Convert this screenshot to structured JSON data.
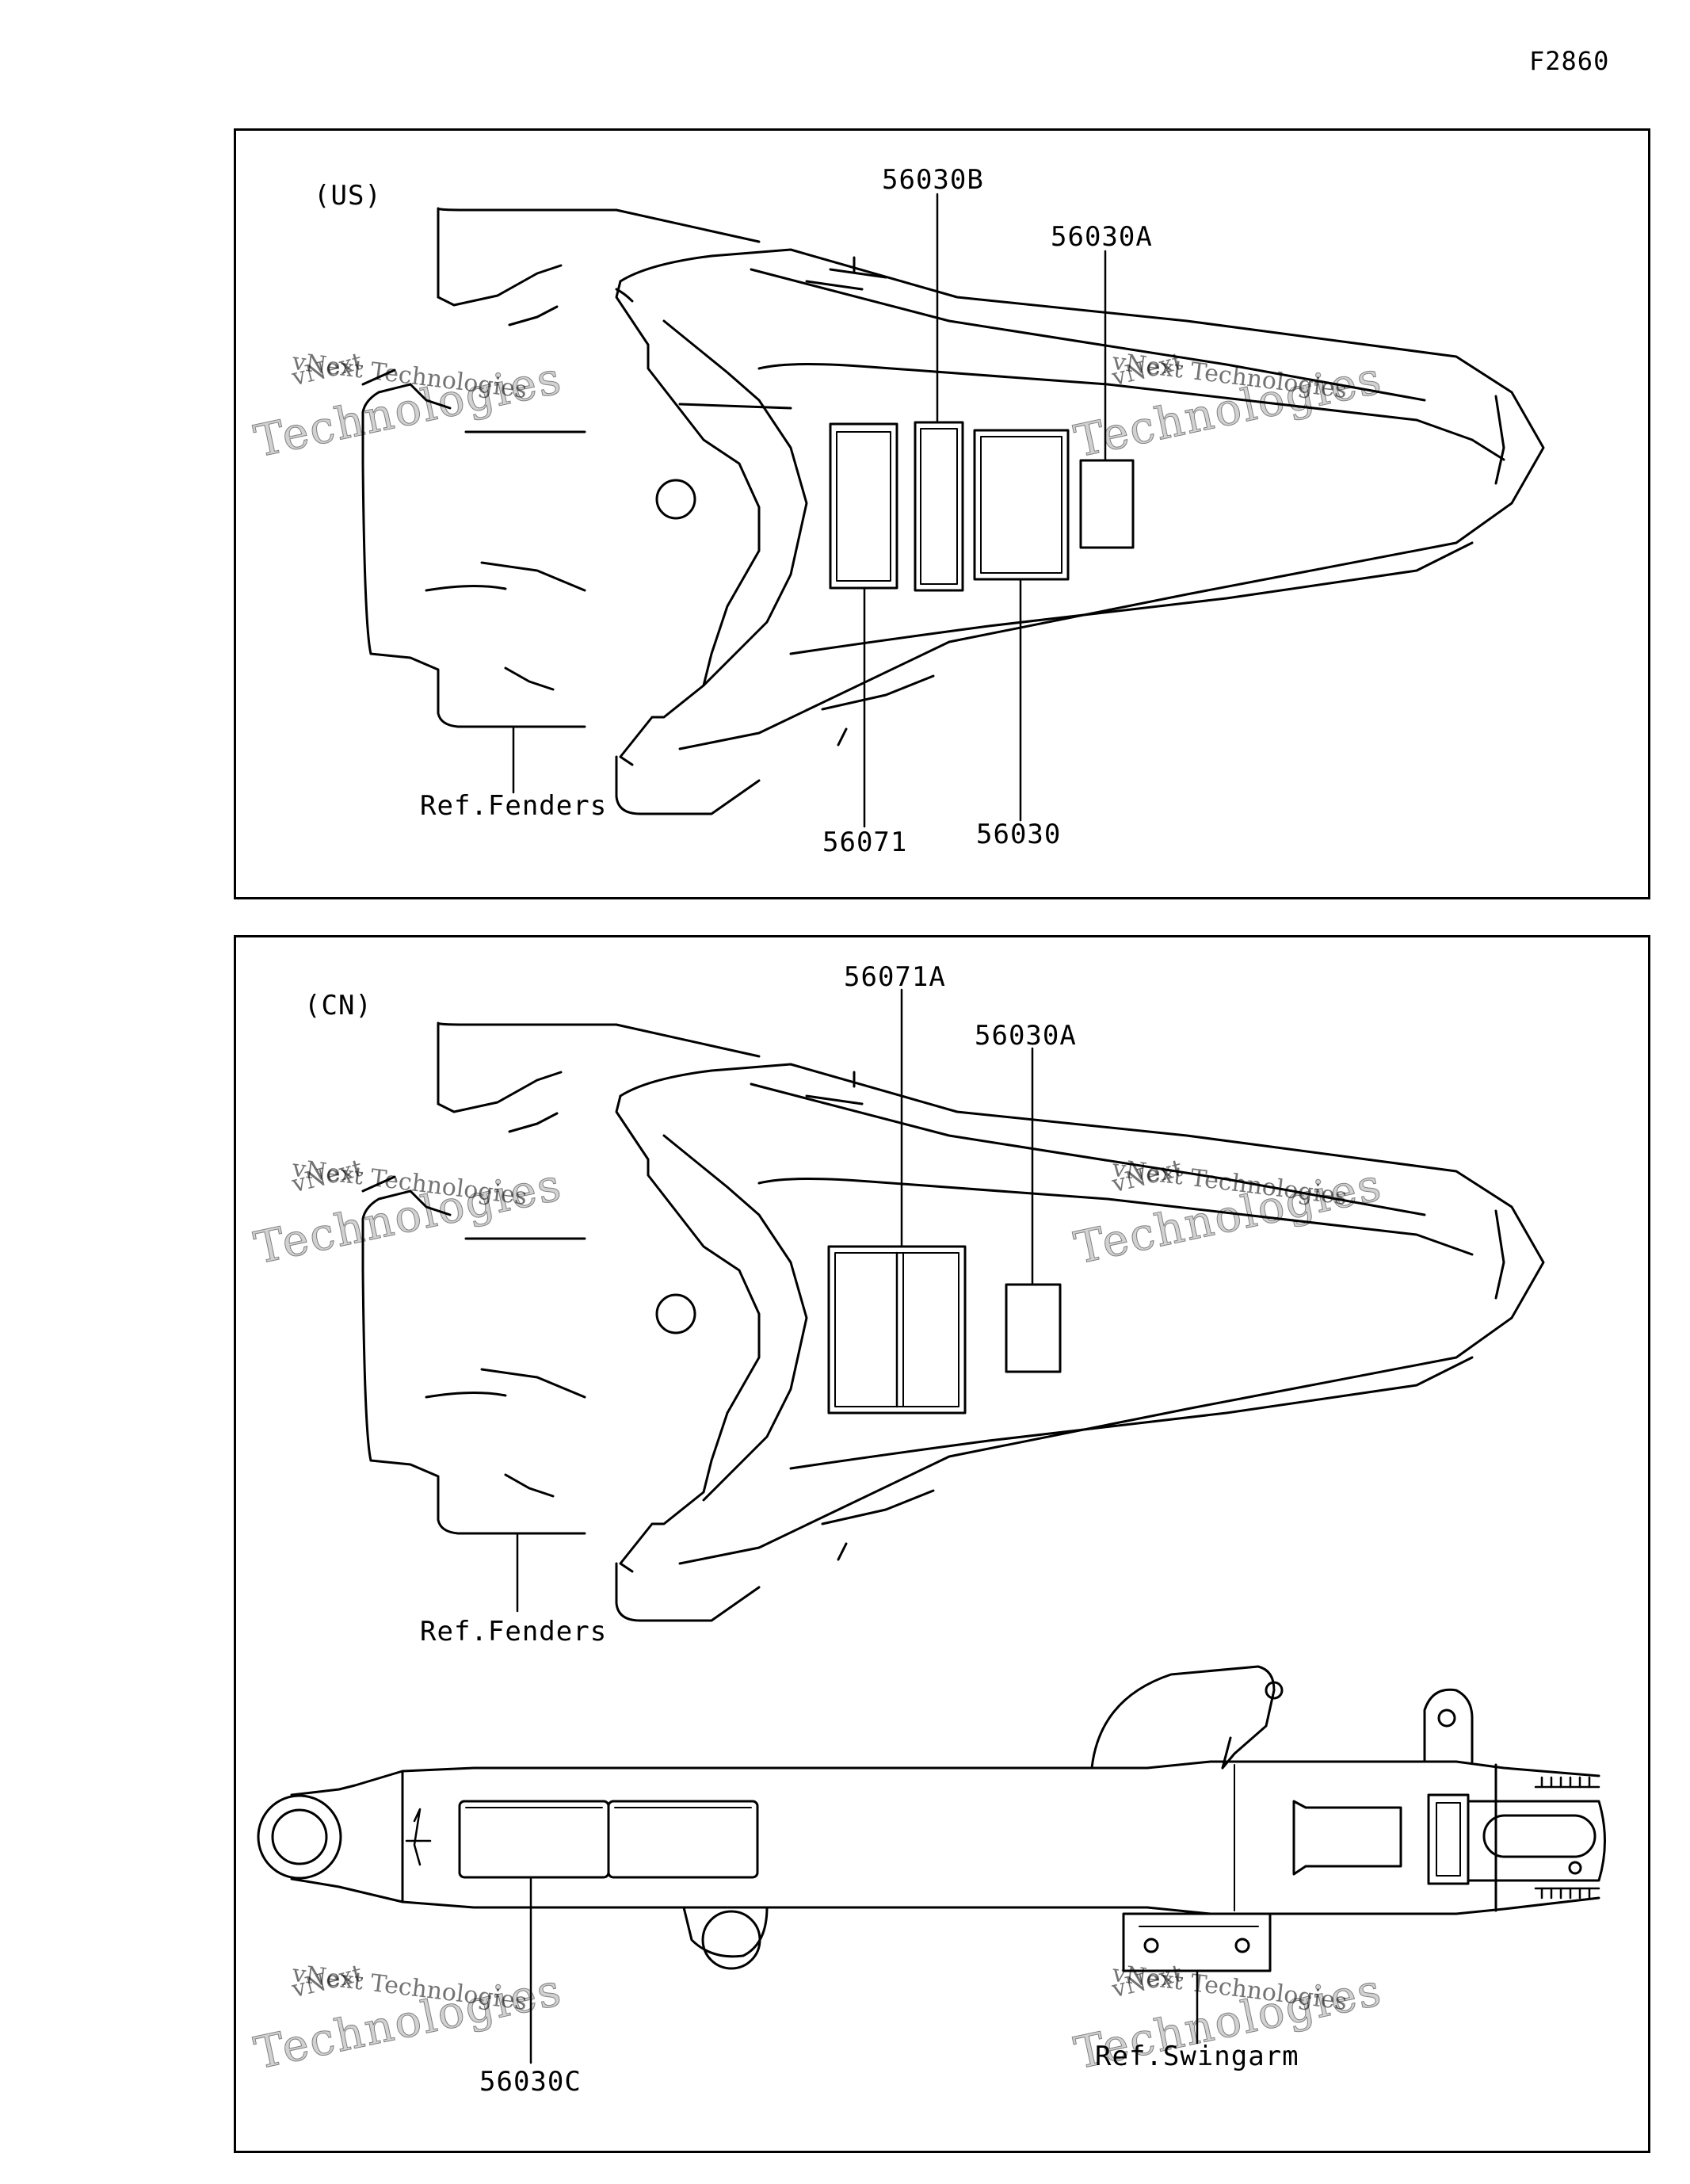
{
  "figure": {
    "id": "F2860"
  },
  "panels": {
    "us": {
      "region": "(US)",
      "callouts": {
        "c56030B": "56030B",
        "c56030A": "56030A",
        "c56071": "56071",
        "c56030": "56030",
        "ref_fenders": "Ref.Fenders"
      }
    },
    "cn": {
      "region": "(CN)",
      "callouts": {
        "c56071A": "56071A",
        "c56030A": "56030A",
        "ref_fenders": "Ref.Fenders",
        "c56030C": "56030C",
        "ref_swingarm": "Ref.Swingarm"
      }
    }
  },
  "watermark": {
    "line1": "vNext",
    "line2": "vNext Technologies",
    "line3": "Technologies"
  }
}
